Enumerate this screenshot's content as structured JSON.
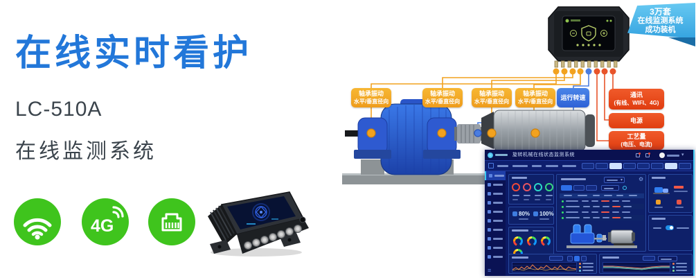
{
  "colors": {
    "title_blue": "#2277d9",
    "icon_green": "#3fc41d",
    "sensor_orange": "#f2a21f",
    "speed_blue": "#3a6fd8",
    "io_red": "#e8542a",
    "badge_blue": "#45b4e8",
    "dashboard_bg": "#0c1a66"
  },
  "hero": {
    "title": "在线实时看护",
    "model": "LC-510A",
    "subtitle": "在线监测系统",
    "connectivity": [
      {
        "name": "wifi"
      },
      {
        "name": "4g",
        "label": "4G"
      },
      {
        "name": "ethernet"
      }
    ]
  },
  "badge": {
    "line1": "3万套",
    "line2": "在线监测系统",
    "line3": "成功装机"
  },
  "diagram": {
    "bearing_labels": [
      {
        "line1": "轴承振动",
        "line2": "水平/垂直径向"
      },
      {
        "line1": "轴承振动",
        "line2": "水平/垂直径向"
      },
      {
        "line1": "轴承振动",
        "line2": "水平/垂直径向"
      },
      {
        "line1": "轴承振动",
        "line2": "水平/垂直径向"
      }
    ],
    "speed_label": "运行转速",
    "io_boxes": [
      {
        "line1": "通讯",
        "line2": "(有线、WIFI、4G)"
      },
      {
        "line1": "电源",
        "line2": ""
      },
      {
        "line1": "工艺量",
        "line2": "(电压、电流)"
      }
    ]
  },
  "dashboard": {
    "title": "旋转机械在线状态监测系统",
    "stat_left": "80%",
    "stat_right": "100%"
  }
}
